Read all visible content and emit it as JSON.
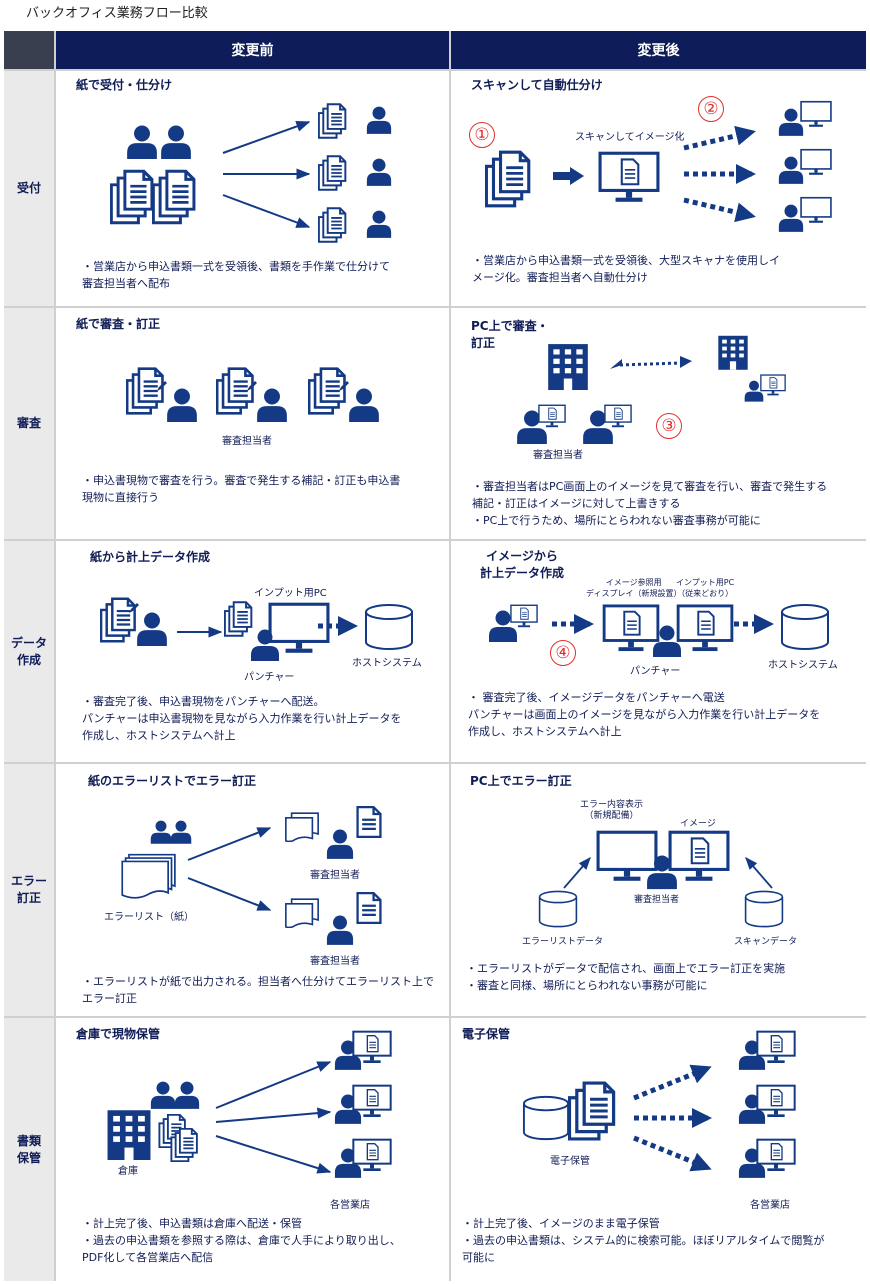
{
  "page_title": "バックオフィス業務フロー比較",
  "header": {
    "before": "変更前",
    "after": "変更後"
  },
  "rows": [
    {
      "label": "受付",
      "before": {
        "title": "紙で受付・仕分け",
        "bullets": [
          "・営業店から申込書類一式を受領後、書類を手作業で仕分けて\n 審査担当者へ配布"
        ]
      },
      "after": {
        "title": "スキャンして自動仕分け",
        "scan_label": "スキャンしてイメージ化",
        "bullets": [
          "・営業店から申込書類一式を受領後、大型スキャナを使用しイ\n メージ化。審査担当者へ自動仕分け"
        ]
      }
    },
    {
      "label": "審査",
      "before": {
        "title": "紙で審査・訂正",
        "reviewer": "審査担当者",
        "bullets": [
          "・申込書現物で審査を行う。審査で発生する補記・訂正も申込書\n 現物に直接行う"
        ]
      },
      "after": {
        "title": "PC上で審査・\n訂正",
        "reviewer": "審査担当者",
        "bullets": [
          "・審査担当者はPC画面上のイメージを見て審査を行い、審査で発生する\n 補記・訂正はイメージに対して上書きする",
          "・PC上で行うため、場所にとらわれない審査事務が可能に"
        ]
      }
    },
    {
      "label": "データ\n作成",
      "before": {
        "title": "紙から計上データ作成",
        "input_pc": "インプット用PC",
        "puncher": "パンチャー",
        "host": "ホストシステム",
        "bullets": [
          "・審査完了後、申込書現物をパンチャーへ配送。",
          "パンチャーは申込書現物を見ながら入力作業を行い計上データを\n作成し、ホストシステムへ計上"
        ]
      },
      "after": {
        "title": "イメージから\n計上データ作成",
        "display_label": "イメージ参照用\nディスプレイ（新規設置）",
        "input_pc_label": "インプット用PC\n（従来どおり）",
        "puncher": "パンチャー",
        "host": "ホストシステム",
        "bullets": [
          "・ 審査完了後、イメージデータをパンチャーへ電送",
          "パンチャーは画面上のイメージを見ながら入力作業を行い計上データを\n作成し、ホストシステムへ計上"
        ]
      }
    },
    {
      "label": "エラー\n訂正",
      "before": {
        "title": "紙のエラーリストでエラー訂正",
        "errorlist": "エラーリスト（紙）",
        "reviewer": "審査担当者",
        "bullets": [
          "・エラーリストが紙で出力される。担当者へ仕分けてエラーリスト上で\nエラー訂正"
        ]
      },
      "after": {
        "title": "PC上でエラー訂正",
        "error_display": "エラー内容表示\n（新規配備）",
        "image": "イメージ",
        "reviewer": "審査担当者",
        "error_data": "エラーリストデータ",
        "scan_data": "スキャンデータ",
        "bullets": [
          "・エラーリストがデータで配信され、画面上でエラー訂正を実施",
          "・審査と同様、場所にとらわれない事務が可能に"
        ]
      }
    },
    {
      "label": "書類\n保管",
      "before": {
        "title": "倉庫で現物保管",
        "warehouse": "倉庫",
        "branches": "各営業店",
        "bullets": [
          "・計上完了後、申込書類は倉庫へ配送・保管",
          "・過去の申込書類を参照する際は、倉庫で人手により取り出し、\nPDF化して各営業店へ配信"
        ]
      },
      "after": {
        "title": "電子保管",
        "storage": "電子保管",
        "branches": "各営業店",
        "bullets": [
          "・計上完了後、イメージのまま電子保管",
          "・過去の申込書類は、システム的に検索可能。ほぼリアルタイムで閲覧が\n可能に"
        ]
      }
    }
  ],
  "step_numbers": [
    "①",
    "②",
    "③",
    "④"
  ],
  "colors": {
    "navy": "#0e1d5a",
    "icon": "#143a85",
    "accent": "#e0302e",
    "row_label_bg": "#eaeaea"
  }
}
